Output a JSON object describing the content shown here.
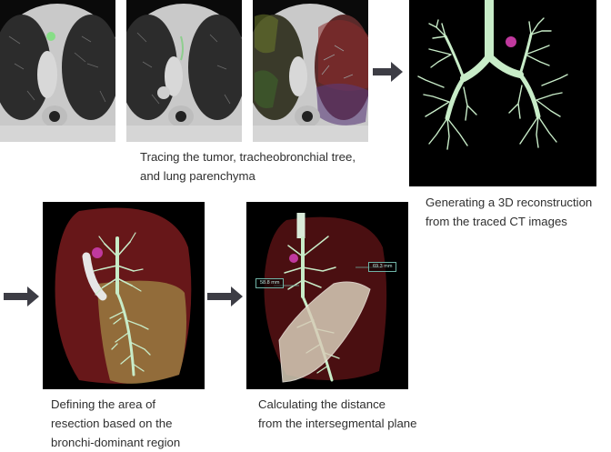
{
  "captions": {
    "tracing": "Tracing the tumor, tracheobronchial tree,\nand lung parenchyma",
    "reconstruction": "Generating a 3D reconstruction\nfrom the traced CT images",
    "resection": "Defining the area of\nresection based on the\nbronchi-dominant region",
    "distance": "Calculating the distance\nfrom the intersegmental plane"
  },
  "measurements": {
    "left": "58.8 mm",
    "right": "69.3 mm"
  },
  "colors": {
    "airway": "#c8ecc8",
    "tumor": "#c0399e",
    "lung_volume": "#8a1f22",
    "resection_region": "#a08a45",
    "arrow": "#3d3d45",
    "panel_background": "#000000"
  },
  "icons": {
    "flow_arrow": "arrow-right-icon"
  }
}
